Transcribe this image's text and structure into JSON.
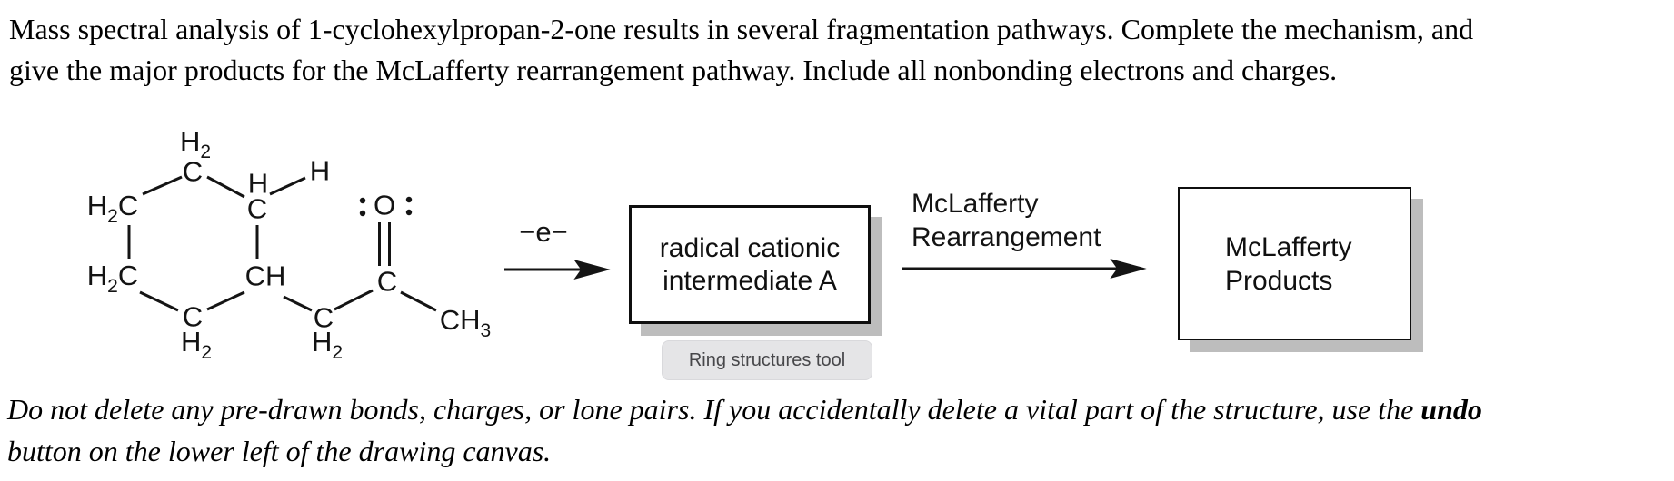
{
  "prompt": {
    "line1": "Mass spectral analysis of 1-cyclohexylpropan-2-one results in several fragmentation pathways. Complete the mechanism, and",
    "line2": "give the major products for the McLafferty rearrangement pathway. Include all nonbonding electrons and charges."
  },
  "molecule": {
    "name": "1-cyclohexylpropan-2-one",
    "oxygen_lone_pairs": 2,
    "labels": {
      "ring_top_h2": {
        "h": "H",
        "sub": "2"
      },
      "ring_top_c": "C",
      "ring_left_upper": {
        "h": "H",
        "sub": "2",
        "c": "C"
      },
      "ring_left_lower": {
        "h": "H",
        "sub": "2",
        "c": "C"
      },
      "ring_bottom_c": "C",
      "ring_bottom_h2": {
        "h": "H",
        "sub": "2"
      },
      "gamma_h_above": "H",
      "gamma_c": "C",
      "gamma_h_bonded": "H",
      "ring_attach_ch": "CH",
      "chain_c": "C",
      "chain_h2": {
        "h": "H",
        "sub": "2"
      },
      "carbonyl_c": "C",
      "oxygen_o": "O",
      "methyl": {
        "c": "C",
        "h": "H",
        "sub": "3"
      }
    }
  },
  "scheme": {
    "arrow1_label": {
      "minus": "−",
      "e": "e",
      "sup_minus": "−"
    },
    "box1": {
      "line1": "radical cationic",
      "line2": "intermediate A"
    },
    "arrow2_label": {
      "line1": "McLafferty",
      "line2": "Rearrangement"
    },
    "box2": {
      "line1": "McLafferty",
      "line2": "Products"
    }
  },
  "tooltip": {
    "label": "Ring structures tool"
  },
  "note": {
    "line1_pre": "Do not delete any pre-drawn bonds, charges, or lone pairs. If you accidentally delete a vital part of the structure, use the ",
    "line1_bold": "undo",
    "line2": "button on the lower left of the drawing canvas."
  },
  "colors": {
    "ink": "#111111",
    "box_shadow": "#bdbdbd",
    "tooltip_bg": "#e5e5e7",
    "tooltip_text": "#47474a"
  }
}
